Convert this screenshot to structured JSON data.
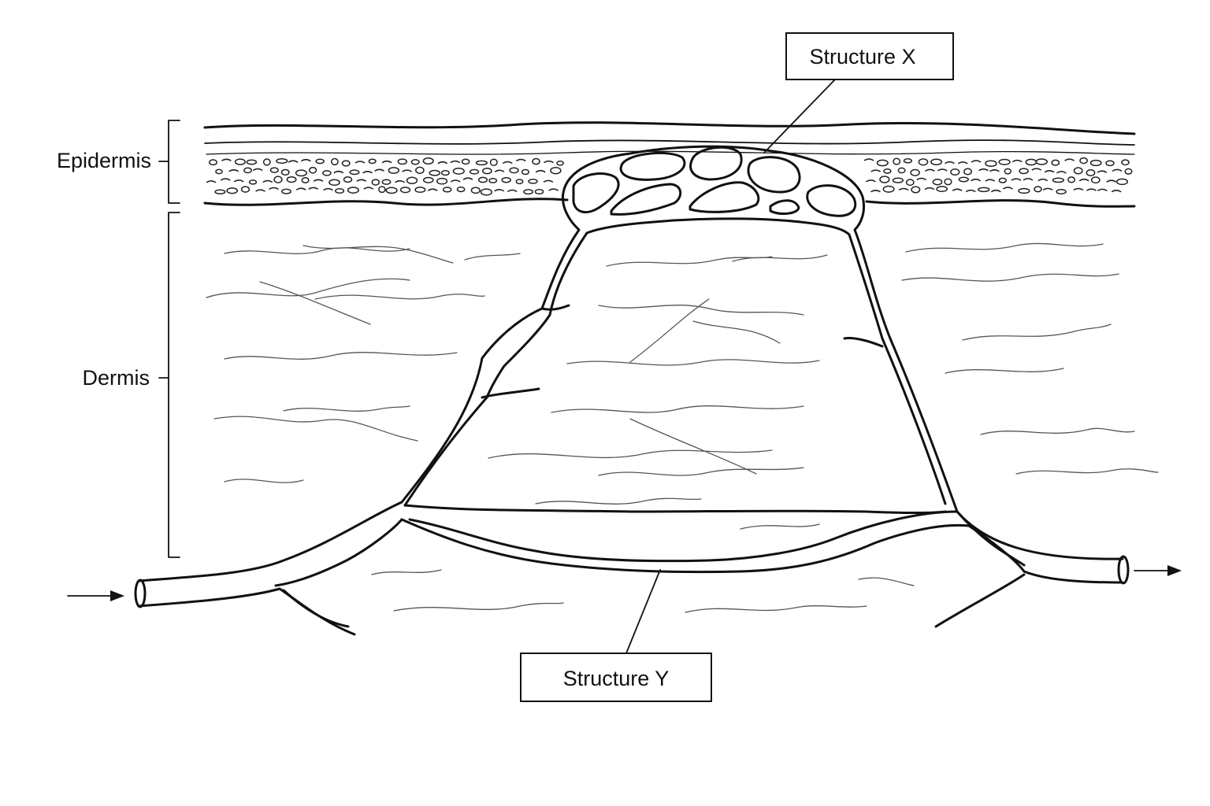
{
  "labels": {
    "epidermis": "Epidermis",
    "dermis": "Dermis",
    "structure_x": "Structure X",
    "structure_y": "Structure Y"
  },
  "colors": {
    "ink": "#111111",
    "fiber": "#555555",
    "background": "#ffffff"
  }
}
